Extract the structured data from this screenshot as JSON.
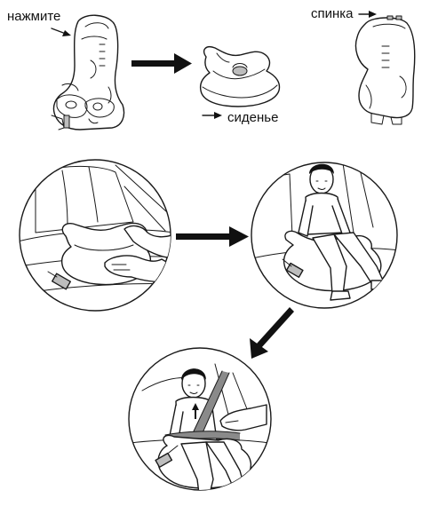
{
  "labels": {
    "press": "нажмите",
    "backrest": "спинка",
    "seat": "сиденье"
  },
  "colors": {
    "ink": "#111111",
    "belt": "#8a8a8a"
  },
  "icons": [
    "arrow-right-icon",
    "arrow-down-left-icon"
  ]
}
